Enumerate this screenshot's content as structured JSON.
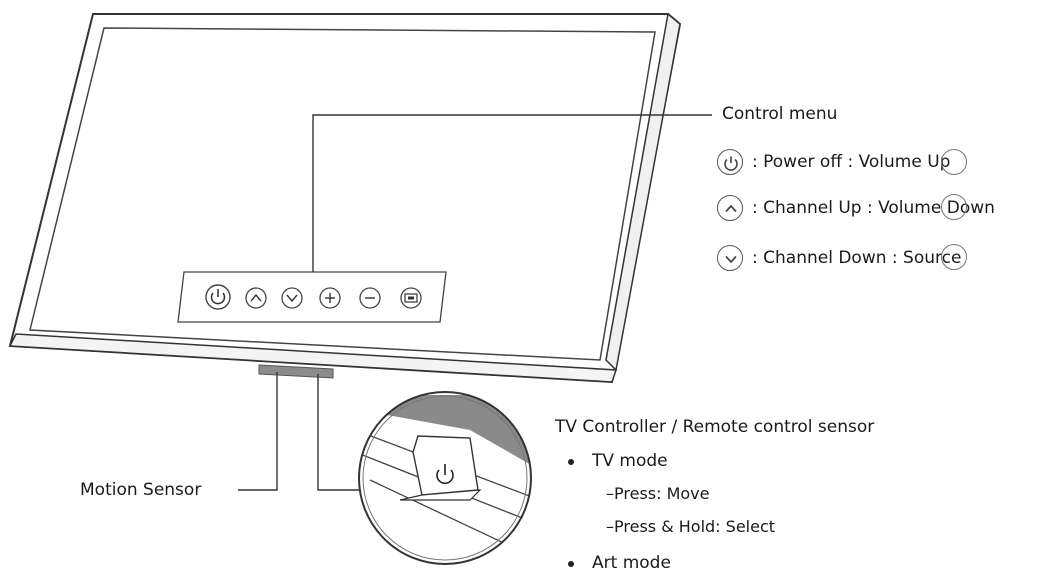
{
  "control_menu": {
    "title": "Control menu",
    "items": [
      {
        "icon": "power-icon",
        "text": ": Power off : Volume Up"
      },
      {
        "icon": "chevron-up-icon",
        "text": ": Channel Up : Volume Down"
      },
      {
        "icon": "chevron-down-icon",
        "text": ": Channel Down : Source"
      }
    ]
  },
  "motion_sensor": {
    "label": "Motion Sensor"
  },
  "tv_controller": {
    "title": "TV Controller / Remote control sensor",
    "modes": [
      {
        "name": "TV mode",
        "actions": [
          "–Press: Move",
          "–Press & Hold: Select"
        ]
      },
      {
        "name": "Art mode",
        "actions": []
      }
    ]
  },
  "panel_buttons": [
    "power-icon",
    "chevron-up-icon",
    "chevron-down-icon",
    "plus-icon",
    "minus-icon",
    "source-icon"
  ]
}
